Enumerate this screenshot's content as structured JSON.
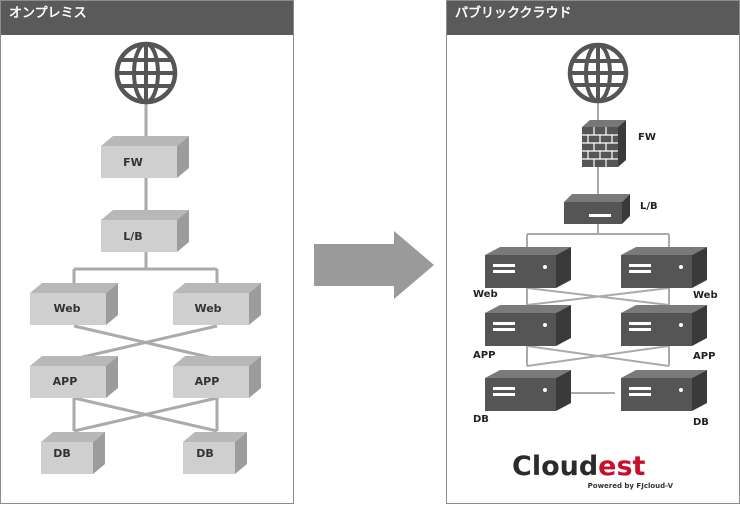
{
  "left_panel": {
    "title": "オンプレミス",
    "nodes": {
      "fw": "FW",
      "lb": "L/B",
      "web_left": "Web",
      "web_right": "Web",
      "app_left": "APP",
      "app_right": "APP",
      "db_left": "DB",
      "db_right": "DB"
    }
  },
  "right_panel": {
    "title": "パブリッククラウド",
    "nodes": {
      "fw": "FW",
      "lb": "L/B",
      "web_left": "Web",
      "web_right": "Web",
      "app_left": "APP",
      "app_right": "APP",
      "db_left": "DB",
      "db_right": "DB"
    },
    "brand": {
      "logo_part1": "Cloud",
      "logo_part2": "est",
      "tagline": "Powered by FJcloud-V",
      "colors": {
        "dark": "#2b2b2b",
        "accent": "#c8102e"
      }
    }
  },
  "arrow": {
    "color": "#9a9a9a",
    "direction": "right"
  },
  "icons": {
    "internet": "globe-icon",
    "firewall": "brick-wall-icon",
    "server": "server-icon"
  }
}
